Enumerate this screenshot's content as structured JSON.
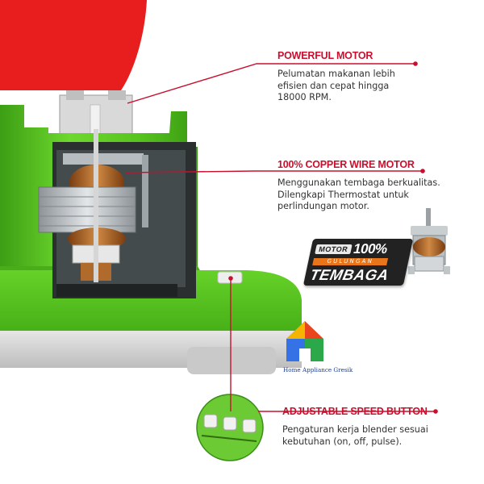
{
  "features": [
    {
      "title": "POWERFUL MOTOR",
      "lines": [
        "Pelumatan makanan lebih",
        "efisien dan cepat hingga",
        "18000 RPM."
      ]
    },
    {
      "title": "100% COPPER WIRE MOTOR",
      "lines": [
        "Menggunakan tembaga berkualitas.",
        "Dilengkapi Thermostat untuk",
        "perlindungan motor."
      ]
    },
    {
      "title": "ADJUSTABLE SPEED BUTTON",
      "lines": [
        "Pengaturan kerja blender sesuai",
        "kebutuhan (on, off, pulse)."
      ]
    }
  ],
  "badge": {
    "word": "MOTOR",
    "percent": "100%",
    "line2": "GULUNGAN",
    "line3": "TEMBAGA"
  },
  "watermark": "Home Appliance Gresik",
  "colors": {
    "accent_red": "#c8102e",
    "body_green": "#55c51f",
    "jar_red": "#e81e1e",
    "copper": "#b86a2a",
    "badge_orange": "#e8751a"
  }
}
